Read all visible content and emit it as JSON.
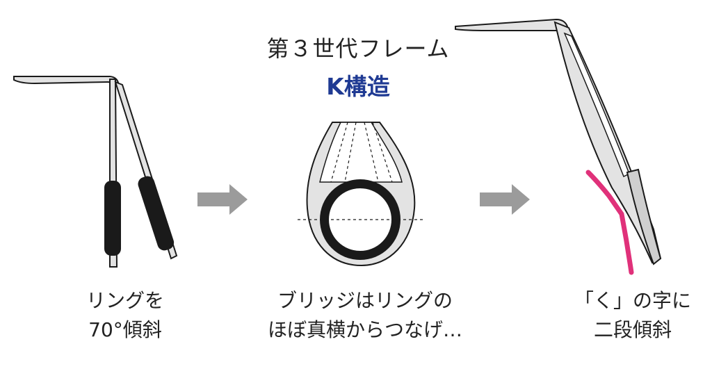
{
  "title": "第３世代フレーム",
  "subtitle": "K構造",
  "captions": {
    "left": [
      "リングを",
      "70°傾斜"
    ],
    "middle": [
      "ブリッジはリングの",
      "ほぼ真横からつなげ…"
    ],
    "right": [
      "「く」の字に",
      "二段傾斜"
    ]
  },
  "colors": {
    "text": "#222222",
    "subtitle": "#1f3a93",
    "arrow": "#9b9b9b",
    "frame_fill": "#e3e3e3",
    "frame_stroke": "#1a1a1a",
    "ring": "#1a1a1a",
    "highlight": "#e0317a"
  }
}
